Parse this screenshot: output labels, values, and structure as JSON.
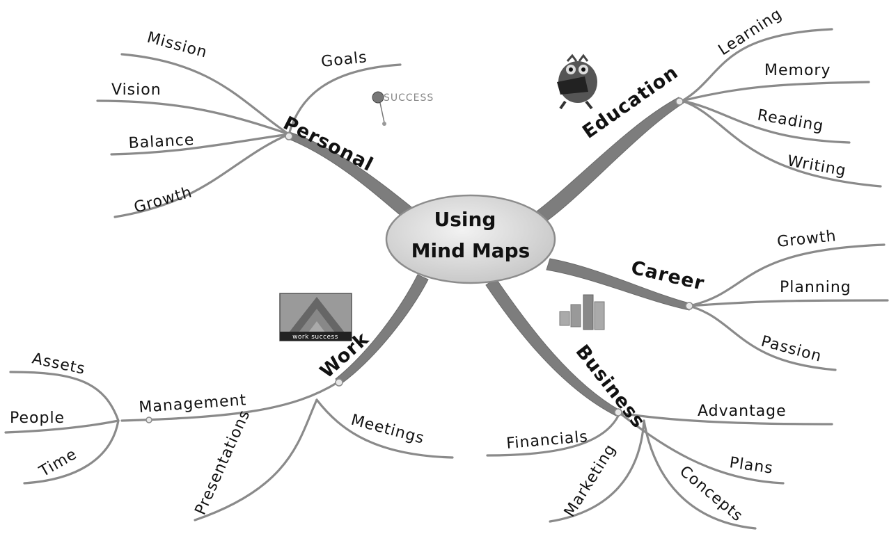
{
  "center": {
    "line1": "Using",
    "line2": "Mind Maps"
  },
  "branches": {
    "personal": {
      "label": "Personal",
      "children": [
        "Mission",
        "Vision",
        "Balance",
        "Growth",
        "Goals"
      ],
      "icon": "success-balloon-icon",
      "icon_text": "SUCCESS"
    },
    "education": {
      "label": "Education",
      "children": [
        "Learning",
        "Memory",
        "Reading",
        "Writing"
      ],
      "icon": "reading-owl-icon"
    },
    "career": {
      "label": "Career",
      "children": [
        "Growth",
        "Planning",
        "Passion"
      ]
    },
    "business": {
      "label": "Business",
      "children": [
        "Advantage",
        "Financials",
        "Plans",
        "Marketing",
        "Concepts"
      ],
      "icon": "bar-chart-icon"
    },
    "work": {
      "label": "Work",
      "children": [
        "Management",
        "Presentations",
        "Meetings"
      ],
      "icon": "pyramid-icon",
      "icon_text": "work success",
      "management": {
        "children": [
          "Assets",
          "People",
          "Time"
        ]
      }
    }
  }
}
